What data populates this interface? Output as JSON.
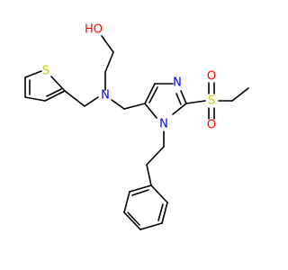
{
  "molecule": {
    "colors": {
      "carbon_bond": "#000000",
      "oxygen": "#ff0000",
      "nitrogen": "#0000ff",
      "sulfur": "#cccc00",
      "background": "#ffffff"
    },
    "labels": {
      "hydroxyl": "HO",
      "amine_n": "N",
      "thiophene_s": "S",
      "imidazole_n3": "N",
      "imidazole_n1": "N",
      "sulfonyl_s": "S",
      "sulfonyl_o_top": "O",
      "sulfonyl_o_bottom": "O"
    }
  }
}
